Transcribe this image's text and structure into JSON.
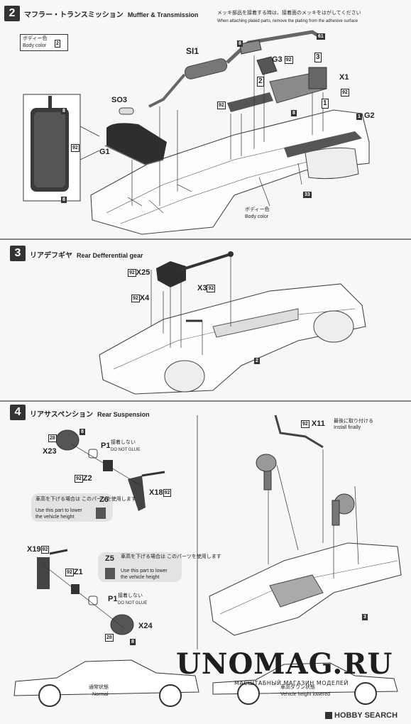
{
  "steps": {
    "s2": {
      "number": "2",
      "title_jp": "マフラー・トランスミッション",
      "title_en": "Muffler & Transmission",
      "note_jp": "メッキ部品を接着する時は、接着面のメッキをはがしてください",
      "note_en": "When attaching plated parts, remove the plating from the adhesive surface",
      "body_color_jp": "ボディー色",
      "body_color_en": "Body color",
      "body_color_code": "2",
      "parts": {
        "si1": "SI1",
        "so3": "SO3",
        "g1": "G1",
        "g3": "G3",
        "x1": "X1",
        "g2": "G2",
        "code8": "8",
        "code61": "61",
        "code92": "92",
        "code33": "33",
        "code1": "1",
        "n2": "2",
        "n3": "3",
        "n1": "1"
      }
    },
    "s3": {
      "number": "3",
      "title_jp": "リアデフギヤ",
      "title_en": "Rear Defferential gear",
      "parts": {
        "x25": "X25",
        "x4": "X4",
        "x3": "X3",
        "code92": "92",
        "ref": "2"
      }
    },
    "s4": {
      "number": "4",
      "title_jp": "リアサスペンション",
      "title_en": "Rear Suspension",
      "parts": {
        "x23": "X23",
        "z2": "Z2",
        "p1": "P1",
        "x18": "X18",
        "z6": "Z6",
        "x19": "X19",
        "z1": "Z1",
        "z5": "Z5",
        "x24": "X24",
        "x11": "X11",
        "code28": "28",
        "code8": "8",
        "code92": "92",
        "ref": "3"
      },
      "no_glue_jp": "接着しない",
      "no_glue_en": "DO NOT GLUE",
      "lower_jp": "車高を下げる場合は このパーツを使用します",
      "lower_en1": "Use this part to lower",
      "lower_en2": "the vehicle height",
      "install_jp": "最後に取り付ける",
      "install_en": "Install finally"
    }
  },
  "bottom": {
    "normal_jp": "通常状態",
    "normal_en": "Normal",
    "lowered_jp": "車高ダウン状態",
    "lowered_en": "Vehicle height lowered"
  },
  "watermark": {
    "title": "UNOMAG.RU",
    "subtitle": "МАСШТАБНЫЙ МАГАЗИН МОДЕЛЕЙ"
  },
  "footer": {
    "brand": "HOBBY SEARCH"
  }
}
